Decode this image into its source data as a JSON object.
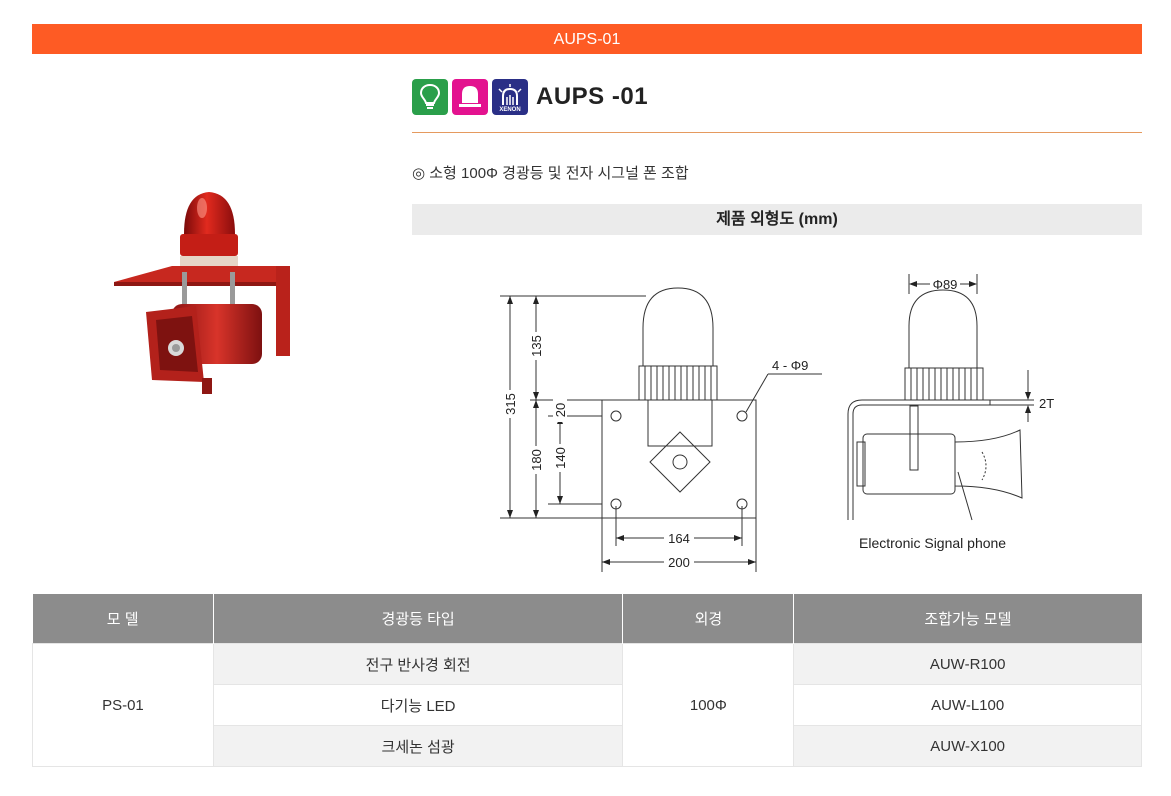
{
  "header": {
    "title": "AUPS-01"
  },
  "product": {
    "model_title": "AUPS -01",
    "icons": [
      "bulb-icon",
      "led-icon",
      "xenon-icon"
    ],
    "xenon_label": "XENON",
    "feature": "◎ 소형 100Φ 경광등 및 전자 시그널 폰 조합"
  },
  "dimension": {
    "heading": "제품 외형도 (mm)",
    "labels": {
      "h315": "315",
      "h135": "135",
      "h180": "180",
      "h20": "20",
      "h140": "140",
      "w164": "164",
      "w200": "200",
      "hole": "4 - Φ9",
      "dia": "Φ89",
      "thick": "2T",
      "phone": "Electronic Signal phone"
    }
  },
  "table": {
    "headers": [
      "모 델",
      "경광등 타입",
      "외경",
      "조합가능 모델"
    ],
    "model": "PS-01",
    "diameter": "100Φ",
    "types": [
      "전구 반사경 회전",
      "다기능 LED",
      "크세논 섬광"
    ],
    "combos": [
      "AUW-R100",
      "AUW-L100",
      "AUW-X100"
    ]
  },
  "colors": {
    "accent": "#fe5b24",
    "table_header": "#8c8c8c"
  }
}
